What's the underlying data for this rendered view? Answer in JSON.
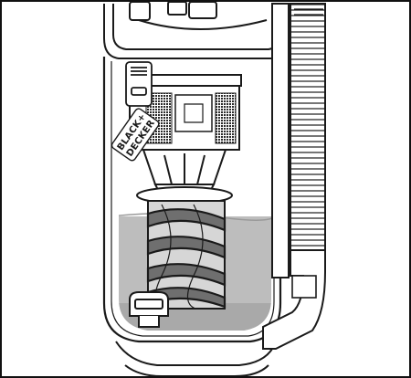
{
  "illustration": {
    "subject": "vacuum-dust-bin-diagram",
    "logo": {
      "line1": "BLACK+",
      "line2": "DECKER"
    },
    "colors": {
      "outline": "#1a1a1a",
      "dust": "#bdbdbd",
      "dust_dark": "#a9a9a9",
      "filter_mesh": "#2b2b2b",
      "background": "#ffffff"
    }
  }
}
